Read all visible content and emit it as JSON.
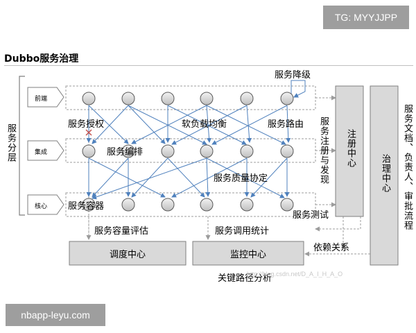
{
  "badges": {
    "top_right": "TG: MYYJJPP",
    "bottom_left": "nbapp-leyu.com"
  },
  "title": "Dubbo服务治理",
  "layers": {
    "group_label": "服务分层",
    "rows": [
      {
        "tag": "前端"
      },
      {
        "tag": "集成"
      },
      {
        "tag": "核心"
      }
    ]
  },
  "features": {
    "degrade": "服务降级",
    "authorization": "服务授权",
    "soft_load_balance": "软负载均衡",
    "routing": "服务路由",
    "orchestration": "服务编排",
    "qos_agreement": "服务质量协定",
    "container": "服务容器",
    "testing": "服务测试",
    "capacity_eval": "服务容量评估",
    "call_stats": "服务调用统计",
    "dependency": "依赖关系",
    "critical_path": "关键路径分析"
  },
  "boxes": {
    "registry": "注册中心",
    "governance": "治理中心",
    "scheduling": "调度中心",
    "monitoring": "监控中心"
  },
  "side_labels": {
    "registration_discovery": "服务注册与发现",
    "docs": "服务文档、负责人、审批流程"
  },
  "watermark": "http://blog.csdn.net/D_A_I_H_A_O",
  "colors": {
    "arrow": "#4f81bd",
    "node_fill": "#d9d9d9",
    "box_fill": "#d9d9d9",
    "mark": "#c0504d"
  }
}
